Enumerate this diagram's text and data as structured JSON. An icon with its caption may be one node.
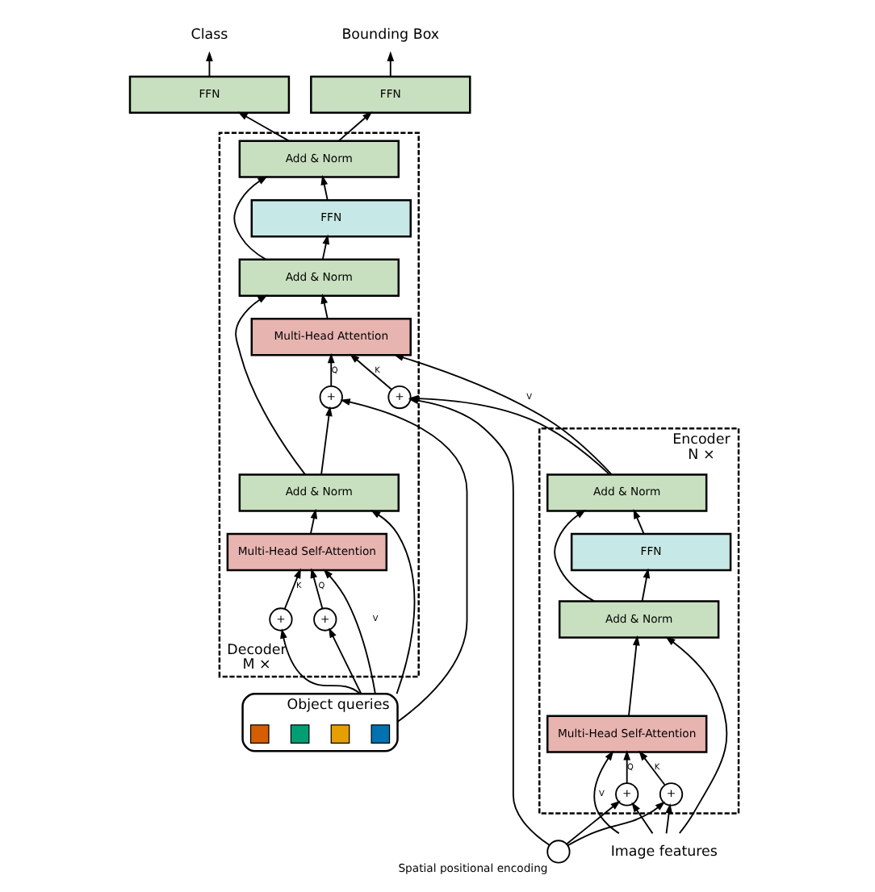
{
  "diagram": {
    "nodes": [
      {
        "text": [
          "Encoder",
          "N ×"
        ]
      },
      {
        "text": [
          "Add & Norm"
        ],
        "in": 0
      },
      {
        "text": [
          "FFN"
        ],
        "in": 0
      },
      {
        "text": [
          "Add & Norm"
        ],
        "in": 0
      },
      {
        "text": [
          "Multi-Head Self-Attention"
        ],
        "in": 0
      },
      {
        "text": [
          "+"
        ],
        "in": 0
      },
      {
        "text": [
          "+"
        ],
        "in": 0
      },
      {
        "text": [
          "Decoder",
          "M ×"
        ]
      },
      {
        "text": [
          "Add & Norm"
        ],
        "in": 7
      },
      {
        "text": [
          "FFN"
        ],
        "in": 7
      },
      {
        "text": [
          "Add & Norm"
        ],
        "in": 7
      },
      {
        "text": [
          "Multi-Head Attention"
        ],
        "in": 7
      },
      {
        "text": [
          "+"
        ],
        "in": 7
      },
      {
        "text": [
          "+"
        ],
        "in": 7
      },
      {
        "text": [
          "Add & Norm"
        ],
        "in": 7
      },
      {
        "text": [
          "Multi-Head Self-Attention"
        ],
        "in": 7
      },
      {
        "text": [
          "+"
        ],
        "in": 7
      },
      {
        "text": [
          "+"
        ],
        "in": 7
      },
      {
        "text": [
          "FFN"
        ]
      },
      {
        "text": [
          "FFN"
        ]
      },
      {
        "text": [
          "Image features"
        ]
      },
      {
        "text": [],
        "shape": "circle",
        "beside": [
          "Spatial positional encoding"
        ]
      },
      {
        "text": [
          "Object queries"
        ]
      },
      {
        "text": [],
        "shape": "box",
        "in": 22
      },
      {
        "text": [],
        "shape": "box",
        "in": 22
      },
      {
        "text": [],
        "shape": "box",
        "in": 22
      },
      {
        "text": [],
        "shape": "box",
        "in": 22
      },
      {
        "text": [
          "Class"
        ]
      },
      {
        "text": [
          "Bounding Box"
        ]
      }
    ],
    "edges": [
      {
        "from": 20,
        "to": 5,
        "arrow": "to"
      },
      {
        "from": 20,
        "to": 6,
        "arrow": "to"
      },
      {
        "from": 20,
        "to": 4,
        "arrow": "to",
        "label": "V"
      },
      {
        "from": 21,
        "to": 6,
        "arrow": "to"
      },
      {
        "from": 21,
        "to": 5,
        "arrow": "to"
      },
      {
        "from": 5,
        "to": 4,
        "arrow": "to",
        "label": "K"
      },
      {
        "from": 6,
        "to": 4,
        "arrow": "to",
        "label": "Q"
      },
      {
        "from": 4,
        "to": 3,
        "arrow": "to"
      },
      {
        "from": 20,
        "to": 3,
        "arrow": "to"
      },
      {
        "from": 3,
        "to": 2,
        "arrow": "to"
      },
      {
        "from": 3,
        "to": 1,
        "arrow": "to"
      },
      {
        "from": 2,
        "to": 1,
        "arrow": "to"
      },
      {
        "from": 22,
        "to": 16,
        "arrow": "to"
      },
      {
        "from": 22,
        "to": 17,
        "arrow": "to"
      },
      {
        "from": 22,
        "to": 15,
        "arrow": "to",
        "label": "V"
      },
      {
        "from": 22,
        "to": 14,
        "arrow": "to"
      },
      {
        "from": 16,
        "to": 15,
        "arrow": "to",
        "label": "K"
      },
      {
        "from": 17,
        "to": 15,
        "arrow": "to",
        "label": "Q"
      },
      {
        "from": 15,
        "to": 14,
        "arrow": "to"
      },
      {
        "from": 1,
        "to": 12,
        "arrow": "to"
      },
      {
        "from": 1,
        "to": 11,
        "arrow": "to",
        "label": "V"
      },
      {
        "from": 21,
        "to": 12,
        "arrow": "to"
      },
      {
        "from": 14,
        "to": 13,
        "arrow": "to"
      },
      {
        "from": 22,
        "to": 13,
        "arrow": "to"
      },
      {
        "from": 14,
        "to": 10,
        "arrow": "to"
      },
      {
        "from": 12,
        "to": 11,
        "arrow": "to",
        "label": "K"
      },
      {
        "from": 13,
        "to": 11,
        "arrow": "to",
        "label": "Q"
      },
      {
        "from": 11,
        "to": 10,
        "arrow": "to"
      },
      {
        "from": 10,
        "to": 9,
        "arrow": "to"
      },
      {
        "from": 10,
        "to": 8,
        "arrow": "to"
      },
      {
        "from": 9,
        "to": 8,
        "arrow": "to"
      },
      {
        "from": 8,
        "to": 18,
        "arrow": "to"
      },
      {
        "from": 8,
        "to": 19,
        "arrow": "to"
      },
      {
        "from": 18,
        "to": 27,
        "arrow": "to"
      },
      {
        "from": 19,
        "to": 28,
        "arrow": "to"
      }
    ]
  }
}
